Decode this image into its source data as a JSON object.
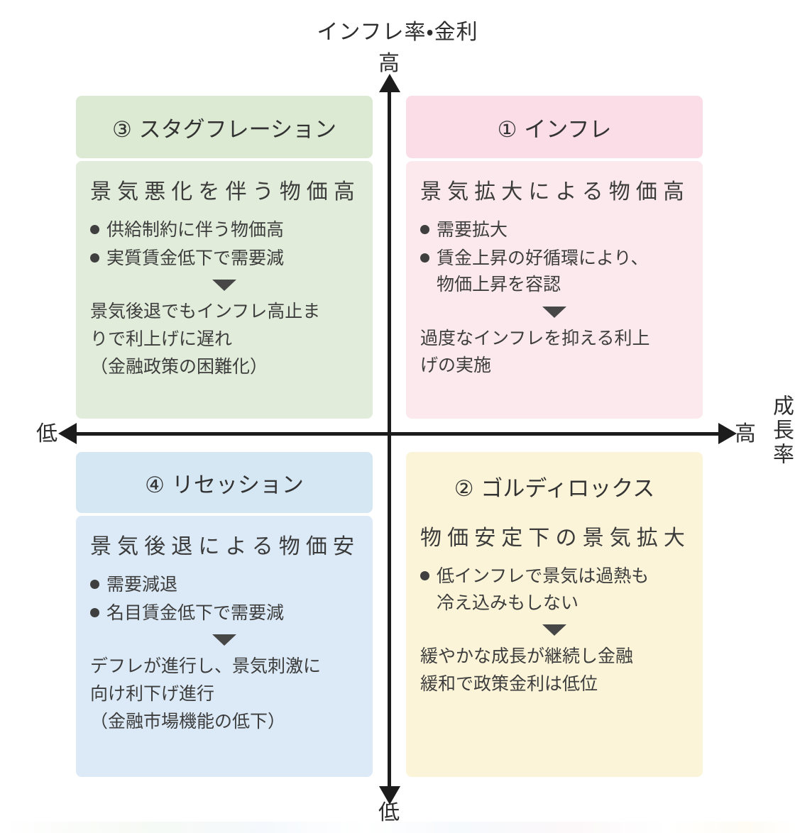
{
  "axes": {
    "vertical_title": "インフレ率・金利",
    "vertical_high": "高",
    "vertical_low": "低",
    "horizontal_left": "低",
    "horizontal_right": "高",
    "horizontal_title": "成長率"
  },
  "quadrants": {
    "inflation": {
      "title": "① インフレ",
      "subtitle": "景気拡大による物価高",
      "bullets": [
        "需要拡大",
        "賃金上昇の好循環により、\n物価上昇を容認"
      ],
      "result": "過度なインフレを抑える利上\nげの実施",
      "header_color": "#fadde6",
      "body_color": "#fce9ee"
    },
    "goldilocks": {
      "title": "② ゴルディロックス",
      "subtitle": "物価安定下の景気拡大",
      "bullets": [
        "低インフレで景気は過熱も\n冷え込みもしない"
      ],
      "result": "緩やかな成長が継続し金融\n緩和で政策金利は低位",
      "body_color": "#fbf4d8"
    },
    "stagflation": {
      "title": "③ スタグフレーション",
      "subtitle": "景気悪化を伴う物価高",
      "bullets": [
        "供給制約に伴う物価高",
        "実質賃金低下で需要減"
      ],
      "result": "景気後退でもインフレ高止ま\nりで利上げに遅れ\n（金融政策の困難化）",
      "header_color": "#dcead3",
      "body_color": "#e1edda"
    },
    "recession": {
      "title": "④ リセッション",
      "subtitle": "景気後退による物価安",
      "bullets": [
        "需要減退",
        "名目賃金低下で需要減"
      ],
      "result": "デフレが進行し、景気刺激に\n向け利下げ進行\n（金融市場機能の低下）",
      "header_color": "#d6e7f4",
      "body_color": "#dbeaf6"
    }
  }
}
